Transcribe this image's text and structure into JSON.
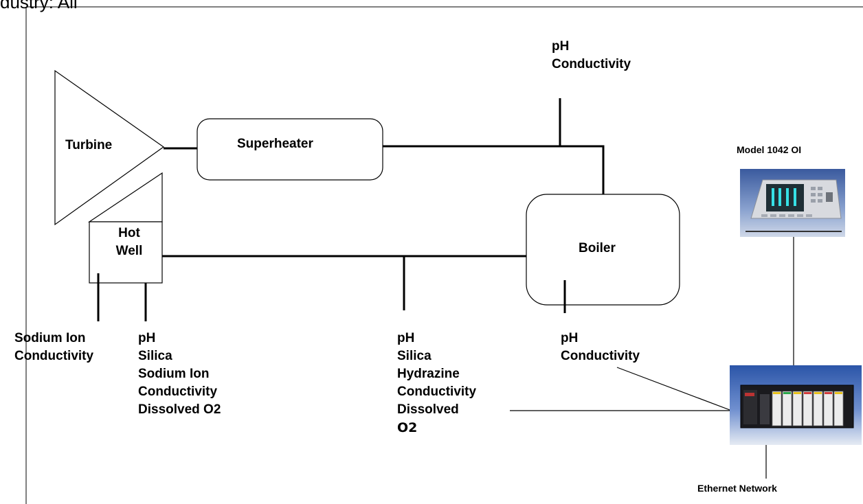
{
  "heading": "dustry: All",
  "components": {
    "turbine": "Turbine",
    "superheater": "Superheater",
    "hot_well": [
      "Hot",
      "Well"
    ],
    "boiler": "Boiler"
  },
  "probes": {
    "steam_line": [
      "pH",
      "Conductivity"
    ],
    "hot_well_left": [
      "Sodium Ion",
      "Conductivity"
    ],
    "hot_well_right": [
      "pH",
      "Silica",
      "Sodium Ion",
      "Conductivity",
      "Dissolved O2"
    ],
    "feedwater": [
      "pH",
      "Silica",
      "Hydrazine",
      "Conductivity",
      "Dissolved",
      "O2"
    ],
    "boiler": [
      "pH",
      "Conductivity"
    ]
  },
  "devices": {
    "operator_interface_label": "Model 1042 OI",
    "network_label": "Ethernet Network"
  }
}
